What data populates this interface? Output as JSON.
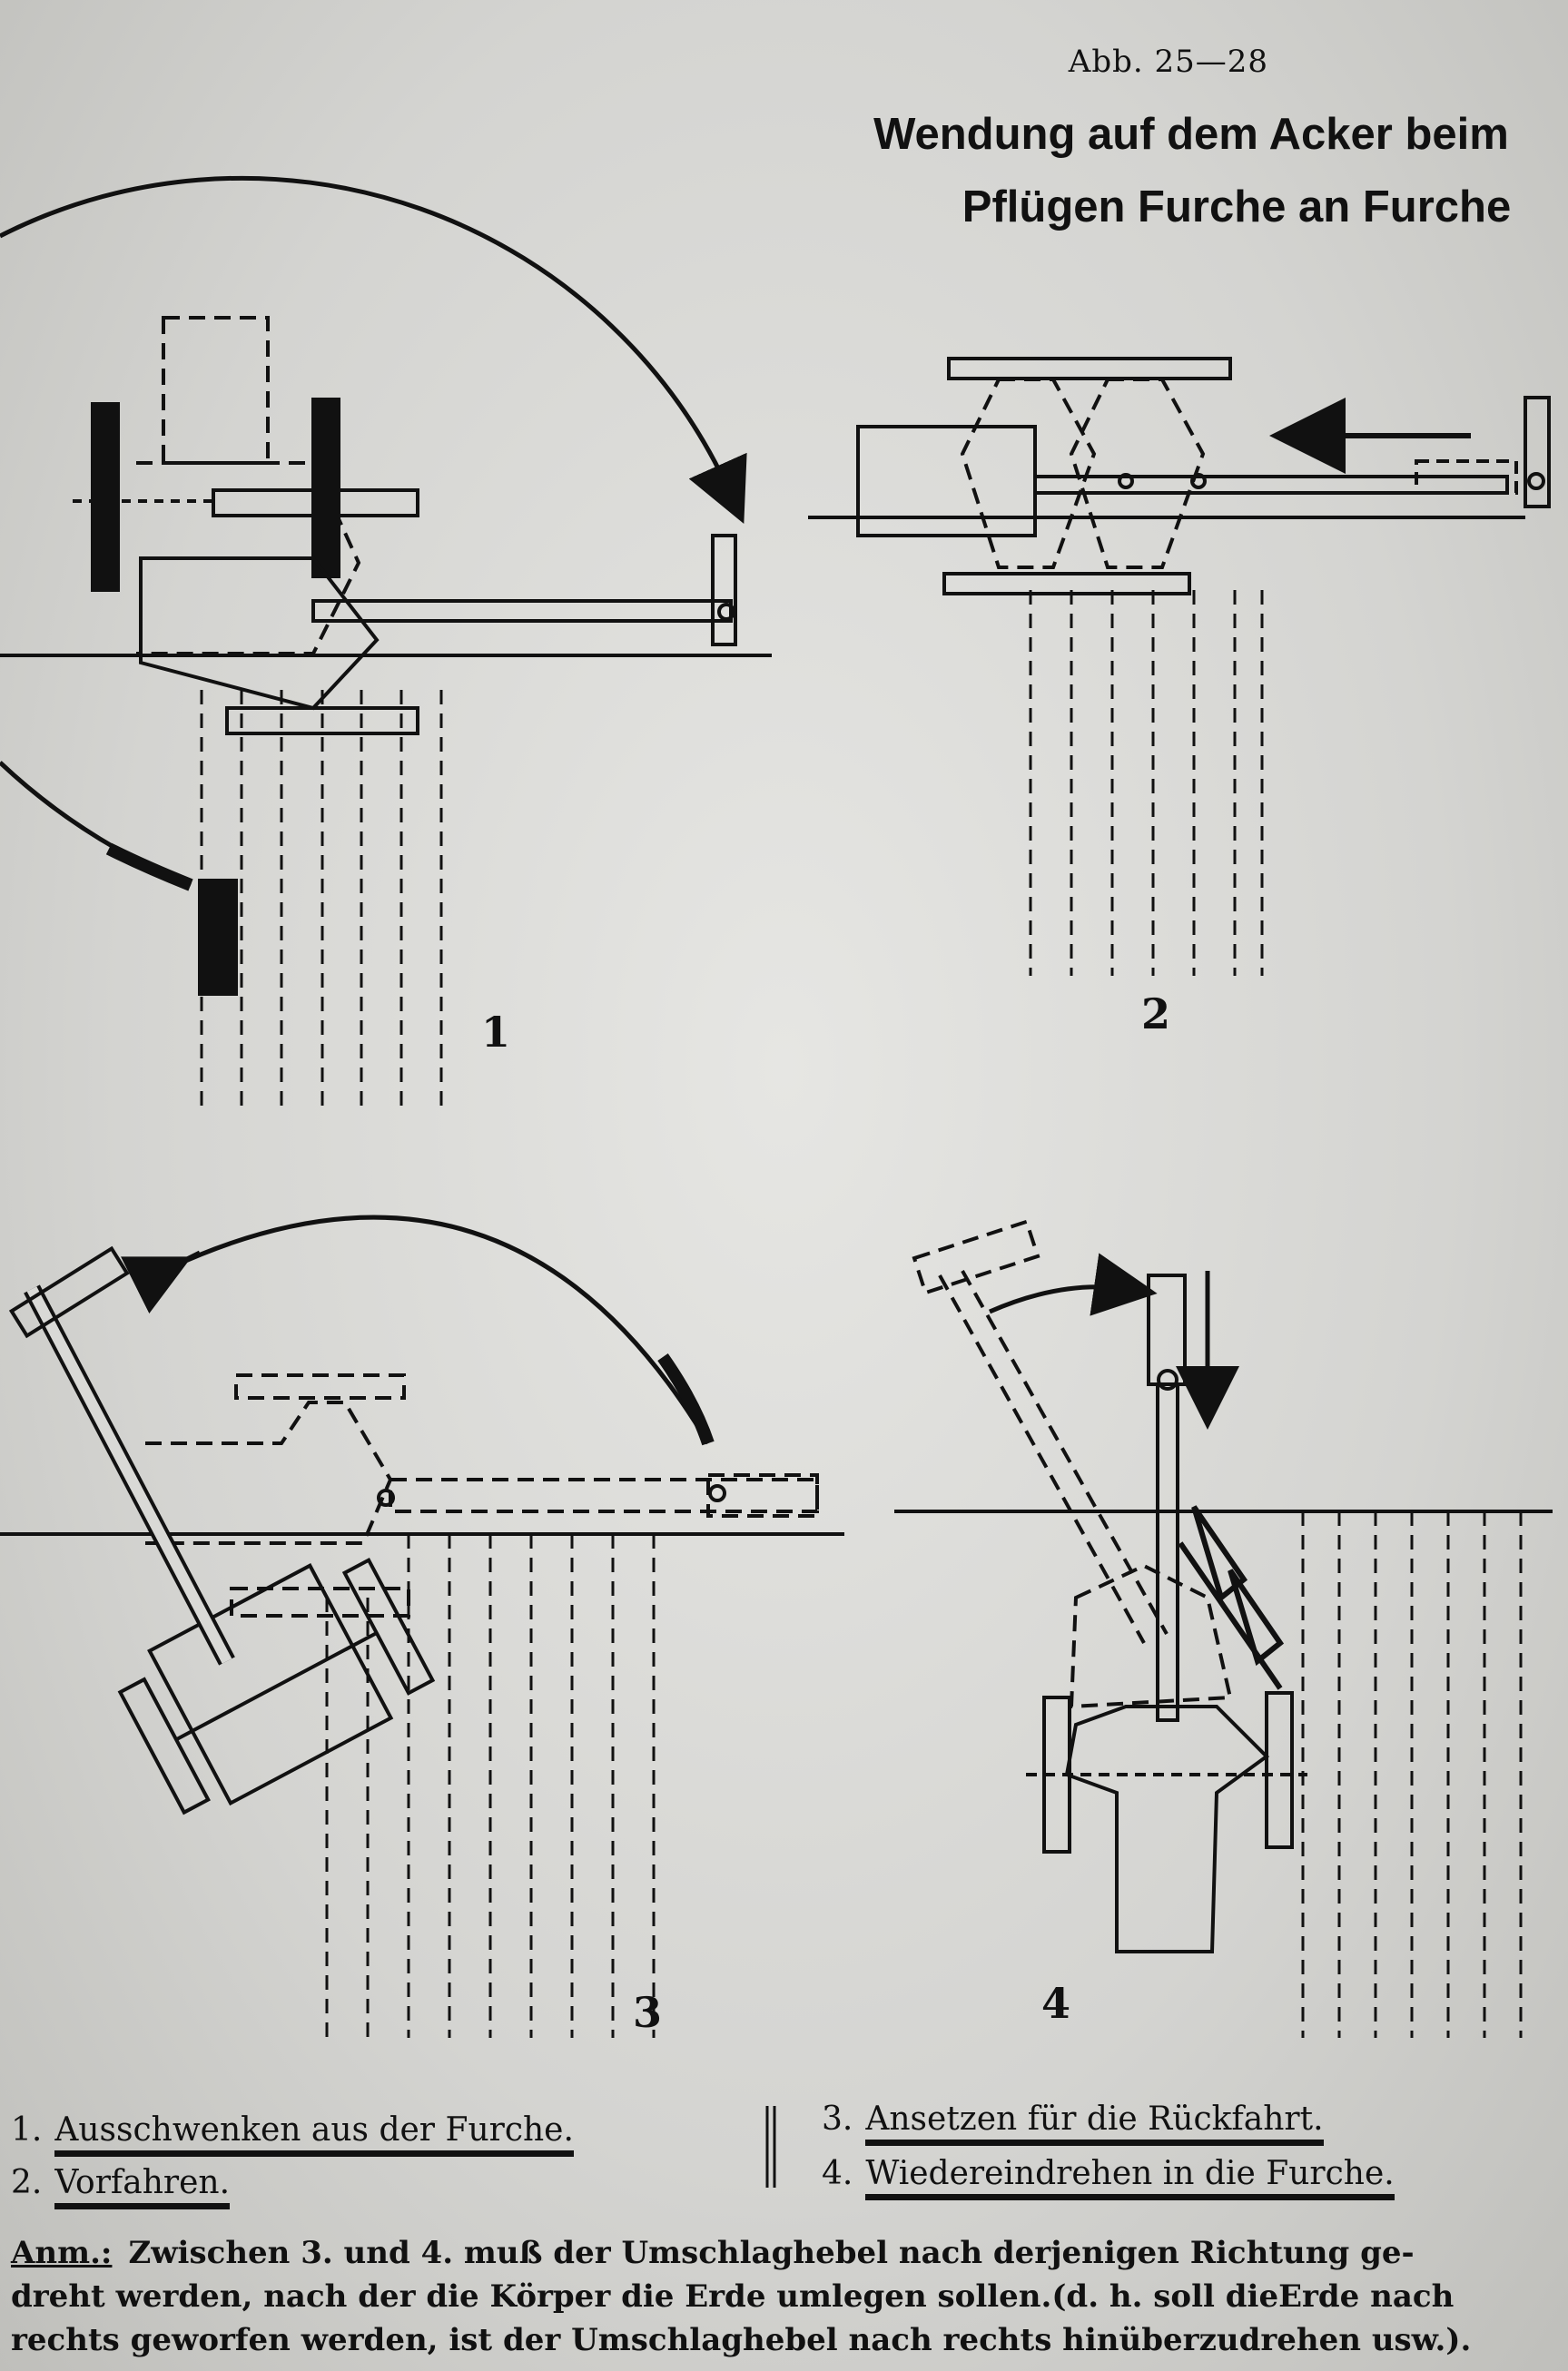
{
  "figure_ref": "Abb. 25—28",
  "title_line1": "Wendung auf dem Acker beim",
  "title_line2": "Pflügen Furche an Furche",
  "figure_numbers": [
    "1",
    "2",
    "3",
    "4"
  ],
  "captions": [
    {
      "num": "1.",
      "text": "Ausschwenken aus der Furche."
    },
    {
      "num": "2.",
      "text": "Vorfahren."
    },
    {
      "num": "3.",
      "text": "Ansetzen für die Rückfahrt."
    },
    {
      "num": "4.",
      "text": "Wiedereindrehen in die Furche."
    }
  ],
  "note": {
    "label": "Anm.:",
    "line1": "Zwischen 3. und 4. muß der Umschlaghebel nach derjenigen Richtung ge-",
    "line2": "dreht werden, nach der die Körper die Erde umlegen sollen.(d. h. soll dieErde nach",
    "line3": "rechts geworfen werden, ist der Umschlaghebel nach rechts hinüberzudrehen usw.)."
  }
}
